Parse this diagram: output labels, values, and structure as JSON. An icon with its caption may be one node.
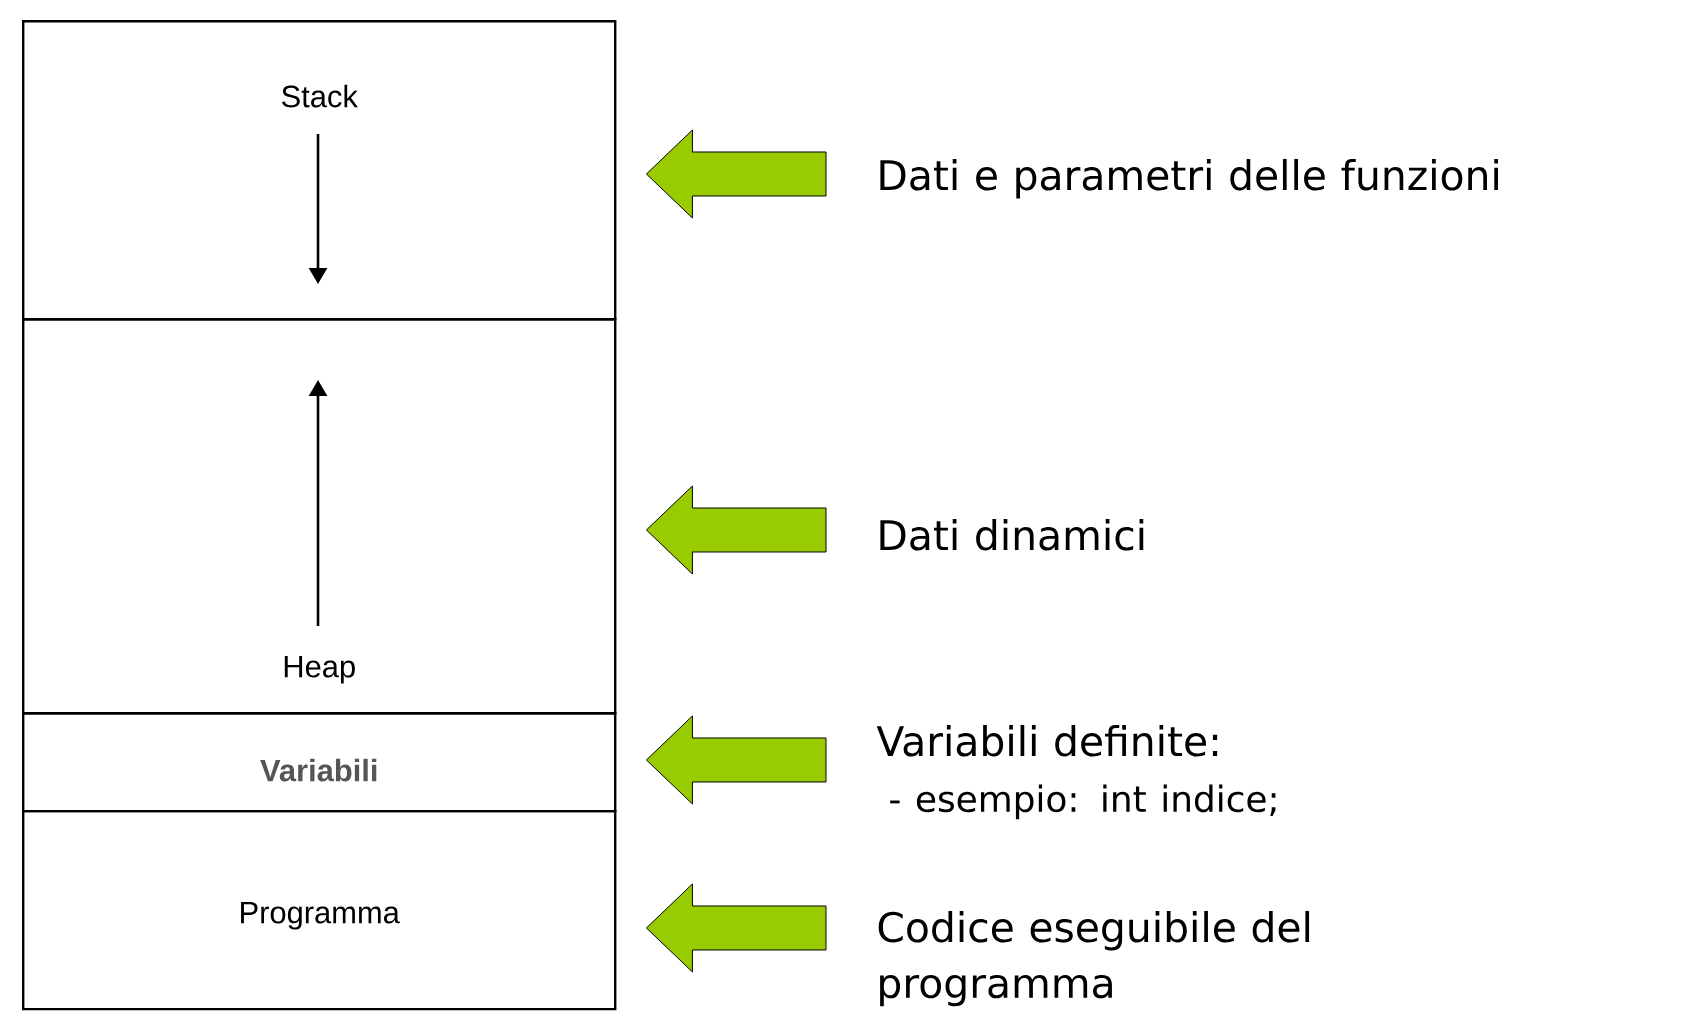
{
  "diagram": {
    "nodes": [
      {
        "text": [
          "Stack"
        ]
      },
      {
        "text": [
          "Heap"
        ]
      },
      {
        "text": [
          "Variabili"
        ]
      },
      {
        "text": [
          "Programma"
        ]
      },
      {
        "text": [
          "Dati e parametri delle funzioni"
        ]
      },
      {
        "text": [
          "Dati dinamici"
        ]
      },
      {
        "text": [
          "Variabili definite:",
          "- esempio: int indice;"
        ]
      },
      {
        "text": [
          "Codice eseguibile del programma"
        ]
      }
    ],
    "edges": [
      {
        "from": 4,
        "to": 0,
        "arrow": "to"
      },
      {
        "from": 5,
        "to": 1,
        "arrow": "to"
      },
      {
        "from": 6,
        "to": 2,
        "arrow": "to"
      },
      {
        "from": 7,
        "to": 3,
        "arrow": "to"
      }
    ]
  }
}
